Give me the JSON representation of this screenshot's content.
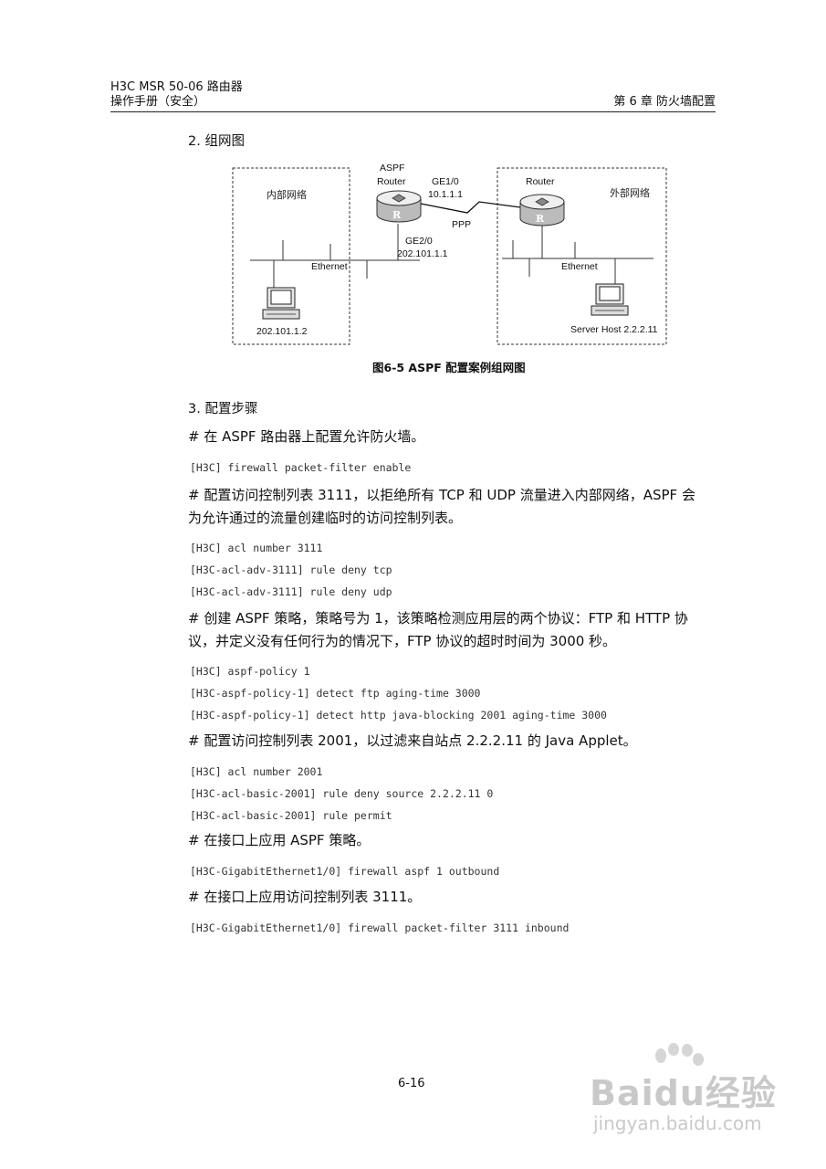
{
  "header": {
    "product": "H3C MSR 50-06 路由器",
    "manual": "操作手册（安全）",
    "chapter": "第 6 章  防火墙配置"
  },
  "section_network": "2. 组网图",
  "diagram": {
    "inner_network": "内部网络",
    "outer_network": "外部网络",
    "aspf_router_line1": "ASPF",
    "aspf_router_line2": "Router",
    "router_label": "Router",
    "ge1_label": "GE1/0",
    "ge1_ip": "10.1.1.1",
    "ppp_label": "PPP",
    "ge2_label": "GE2/0",
    "ge2_ip": "202.101.1.1",
    "ethernet_left": "Ethernet",
    "ethernet_right": "Ethernet",
    "host_left": "202.101.1.2",
    "host_right": "Server Host 2.2.2.11",
    "router_glyph": "R"
  },
  "figure_caption": "图6-5  ASPF 配置案例组网图",
  "section_steps": "3. 配置步骤",
  "steps": {
    "p1": "# 在 ASPF 路由器上配置允许防火墙。",
    "c1": [
      "[H3C] firewall packet-filter enable"
    ],
    "p2_line1": "# 配置访问控制列表 3111，以拒绝所有 TCP 和 UDP 流量进入内部网络，ASPF 会",
    "p2_line2": "为允许通过的流量创建临时的访问控制列表。",
    "c2": [
      "[H3C] acl number 3111",
      "[H3C-acl-adv-3111] rule deny tcp",
      "[H3C-acl-adv-3111] rule deny udp"
    ],
    "p3_line1": "# 创建 ASPF 策略，策略号为 1，该策略检测应用层的两个协议：FTP 和 HTTP 协",
    "p3_line2": "议，并定义没有任何行为的情况下，FTP 协议的超时时间为 3000 秒。",
    "c3": [
      "[H3C] aspf-policy 1",
      "[H3C-aspf-policy-1] detect ftp aging-time 3000",
      "[H3C-aspf-policy-1] detect http java-blocking 2001 aging-time 3000"
    ],
    "p4": "# 配置访问控制列表 2001，以过滤来自站点 2.2.2.11 的 Java Applet。",
    "c4": [
      "[H3C] acl number 2001",
      "[H3C-acl-basic-2001] rule deny source 2.2.2.11 0",
      "[H3C-acl-basic-2001] rule permit"
    ],
    "p5": "# 在接口上应用 ASPF 策略。",
    "c5": [
      "[H3C-GigabitEthernet1/0] firewall aspf 1 outbound"
    ],
    "p6": "# 在接口上应用访问控制列表 3111。",
    "c6": [
      "[H3C-GigabitEthernet1/0] firewall packet-filter 3111 inbound"
    ]
  },
  "page_number": "6-16",
  "watermark": {
    "logo": "Baidu经验",
    "url": "jingyan.baidu.com"
  }
}
